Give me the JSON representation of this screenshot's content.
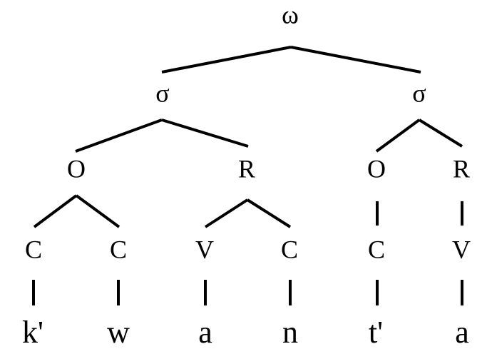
{
  "tree": {
    "word": "ω",
    "syllables": [
      {
        "label": "σ",
        "onset": {
          "label": "O",
          "slots": [
            {
              "label": "C",
              "segment": "k'"
            },
            {
              "label": "C",
              "segment": "w"
            }
          ]
        },
        "rhyme": {
          "label": "R",
          "slots": [
            {
              "label": "V",
              "segment": "a"
            },
            {
              "label": "C",
              "segment": "n"
            }
          ]
        }
      },
      {
        "label": "σ",
        "onset": {
          "label": "O",
          "slots": [
            {
              "label": "C",
              "segment": "t'"
            }
          ]
        },
        "rhyme": {
          "label": "R",
          "slots": [
            {
              "label": "V",
              "segment": "a"
            }
          ]
        }
      }
    ]
  }
}
